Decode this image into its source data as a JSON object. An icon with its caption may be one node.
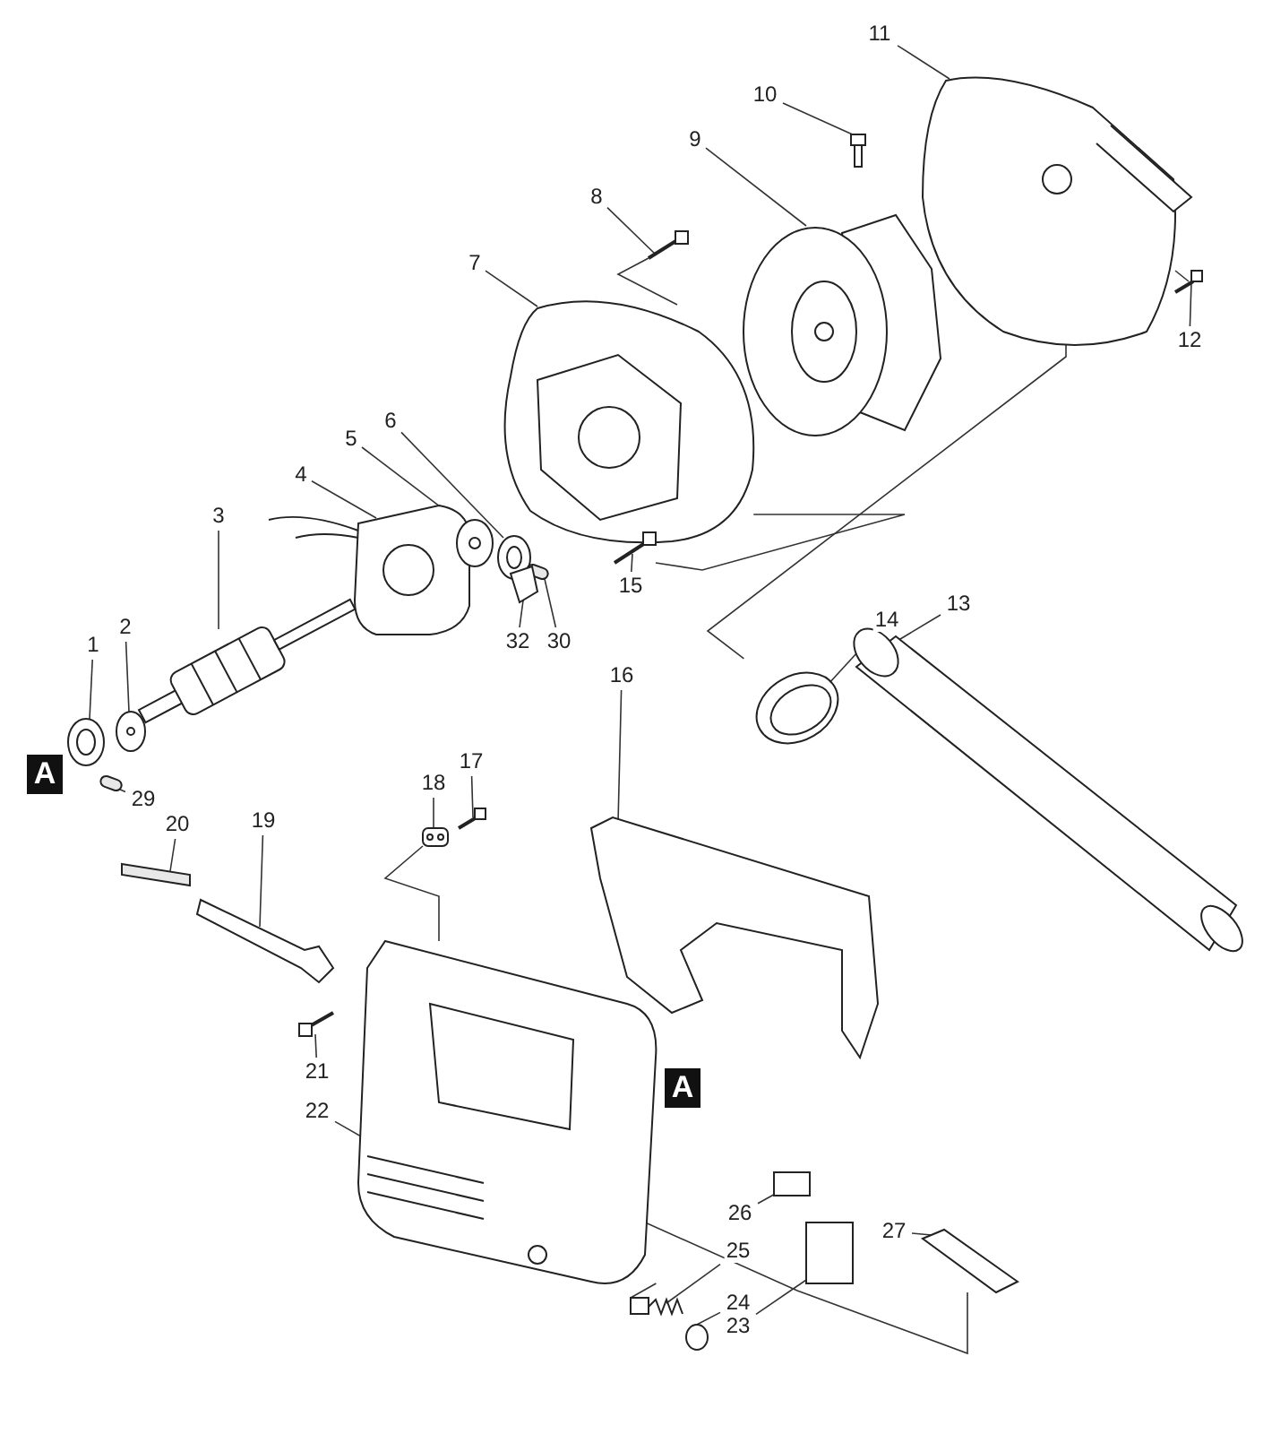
{
  "diagram": {
    "nodes": [
      {
        "text": [
          "1"
        ]
      },
      {
        "text": [
          "2"
        ]
      },
      {
        "text": [
          "3"
        ]
      },
      {
        "text": [
          "4"
        ]
      },
      {
        "text": [
          "5"
        ]
      },
      {
        "text": [
          "6"
        ]
      },
      {
        "text": [
          "7"
        ]
      },
      {
        "text": [
          "8"
        ]
      },
      {
        "text": [
          "9"
        ]
      },
      {
        "text": [
          "10"
        ]
      },
      {
        "text": [
          "11"
        ]
      },
      {
        "text": [
          "12"
        ]
      },
      {
        "text": [
          "13"
        ]
      },
      {
        "text": [
          "14"
        ]
      },
      {
        "text": [
          "15"
        ]
      },
      {
        "text": [
          "16"
        ]
      },
      {
        "text": [
          "17"
        ]
      },
      {
        "text": [
          "18"
        ]
      },
      {
        "text": [
          "19"
        ]
      },
      {
        "text": [
          "20"
        ]
      },
      {
        "text": [
          "21"
        ]
      },
      {
        "text": [
          "22"
        ]
      },
      {
        "text": [
          "23"
        ]
      },
      {
        "text": [
          "24"
        ]
      },
      {
        "text": [
          "25"
        ]
      },
      {
        "text": [
          "26"
        ]
      },
      {
        "text": [
          "27"
        ]
      },
      {
        "text": [
          "29"
        ]
      },
      {
        "text": [
          "30"
        ]
      },
      {
        "text": [
          "32"
        ]
      },
      {
        "text": [],
        "shape": "picture"
      },
      {
        "text": [],
        "shape": "picture"
      },
      {
        "text": [],
        "shape": "picture"
      },
      {
        "text": [],
        "shape": "picture"
      },
      {
        "text": [],
        "shape": "picture"
      },
      {
        "text": [],
        "shape": "picture"
      },
      {
        "text": [],
        "shape": "picture"
      },
      {
        "text": [],
        "shape": "picture"
      },
      {
        "text": [],
        "shape": "picture"
      },
      {
        "text": [],
        "shape": "picture"
      },
      {
        "text": [],
        "shape": "picture"
      },
      {
        "text": [],
        "shape": "picture"
      },
      {
        "text": [],
        "shape": "picture"
      },
      {
        "text": [],
        "shape": "picture"
      },
      {
        "text": [],
        "shape": "picture"
      },
      {
        "text": [],
        "shape": "picture"
      },
      {
        "text": [],
        "shape": "picture"
      },
      {
        "text": [],
        "shape": "picture"
      },
      {
        "text": [],
        "shape": "picture"
      },
      {
        "text": [],
        "shape": "bar"
      },
      {
        "text": [],
        "shape": "picture"
      },
      {
        "text": [],
        "shape": "picture"
      },
      {
        "text": [],
        "shape": "box"
      },
      {
        "text": [],
        "shape": "circle"
      },
      {
        "text": [],
        "shape": "picture"
      },
      {
        "text": [],
        "shape": "box"
      },
      {
        "text": [],
        "shape": "picture"
      },
      {
        "text": [],
        "shape": "bar"
      },
      {
        "text": [],
        "shape": "bar"
      },
      {
        "text": [],
        "shape": "picture"
      }
    ],
    "edges": [
      {
        "from": 0,
        "to": 30,
        "arrow": "none"
      },
      {
        "from": 1,
        "to": 31,
        "arrow": "none"
      },
      {
        "from": 2,
        "to": 32,
        "arrow": "none"
      },
      {
        "from": 3,
        "to": 33,
        "arrow": "none"
      },
      {
        "from": 4,
        "to": 34,
        "arrow": "none"
      },
      {
        "from": 5,
        "to": 35,
        "arrow": "none"
      },
      {
        "from": 6,
        "to": 36,
        "arrow": "none"
      },
      {
        "from": 7,
        "to": 37,
        "arrow": "none"
      },
      {
        "from": 8,
        "to": 38,
        "arrow": "none"
      },
      {
        "from": 9,
        "to": 39,
        "arrow": "none"
      },
      {
        "from": 10,
        "to": 40,
        "arrow": "none"
      },
      {
        "from": 11,
        "to": 41,
        "arrow": "none"
      },
      {
        "from": 12,
        "to": 42,
        "arrow": "none"
      },
      {
        "from": 13,
        "to": 43,
        "arrow": "none"
      },
      {
        "from": 14,
        "to": 44,
        "arrow": "none"
      },
      {
        "from": 15,
        "to": 45,
        "arrow": "none"
      },
      {
        "from": 16,
        "to": 46,
        "arrow": "none"
      },
      {
        "from": 17,
        "to": 47,
        "arrow": "none"
      },
      {
        "from": 18,
        "to": 48,
        "arrow": "none"
      },
      {
        "from": 19,
        "to": 49,
        "arrow": "none"
      },
      {
        "from": 20,
        "to": 50,
        "arrow": "none"
      },
      {
        "from": 21,
        "to": 51,
        "arrow": "none"
      },
      {
        "from": 22,
        "to": 52,
        "arrow": "none"
      },
      {
        "from": 23,
        "to": 53,
        "arrow": "none"
      },
      {
        "from": 24,
        "to": 54,
        "arrow": "none"
      },
      {
        "from": 25,
        "to": 55,
        "arrow": "none"
      },
      {
        "from": 26,
        "to": 56,
        "arrow": "none"
      },
      {
        "from": 27,
        "to": 57,
        "arrow": "none"
      },
      {
        "from": 28,
        "to": 58,
        "arrow": "none"
      },
      {
        "from": 29,
        "to": 59,
        "arrow": "none"
      },
      {
        "from": 41,
        "to": 40,
        "arrow": "none"
      },
      {
        "from": 40,
        "to": 43,
        "arrow": "none"
      },
      {
        "from": 36,
        "to": 44,
        "arrow": "none"
      },
      {
        "from": 37,
        "to": 36,
        "arrow": "none"
      },
      {
        "from": 47,
        "to": 51,
        "arrow": "none"
      },
      {
        "from": 51,
        "to": 56,
        "arrow": "none"
      },
      {
        "from": 51,
        "to": 54,
        "arrow": "none"
      }
    ],
    "labels": [
      "A",
      "A"
    ]
  }
}
